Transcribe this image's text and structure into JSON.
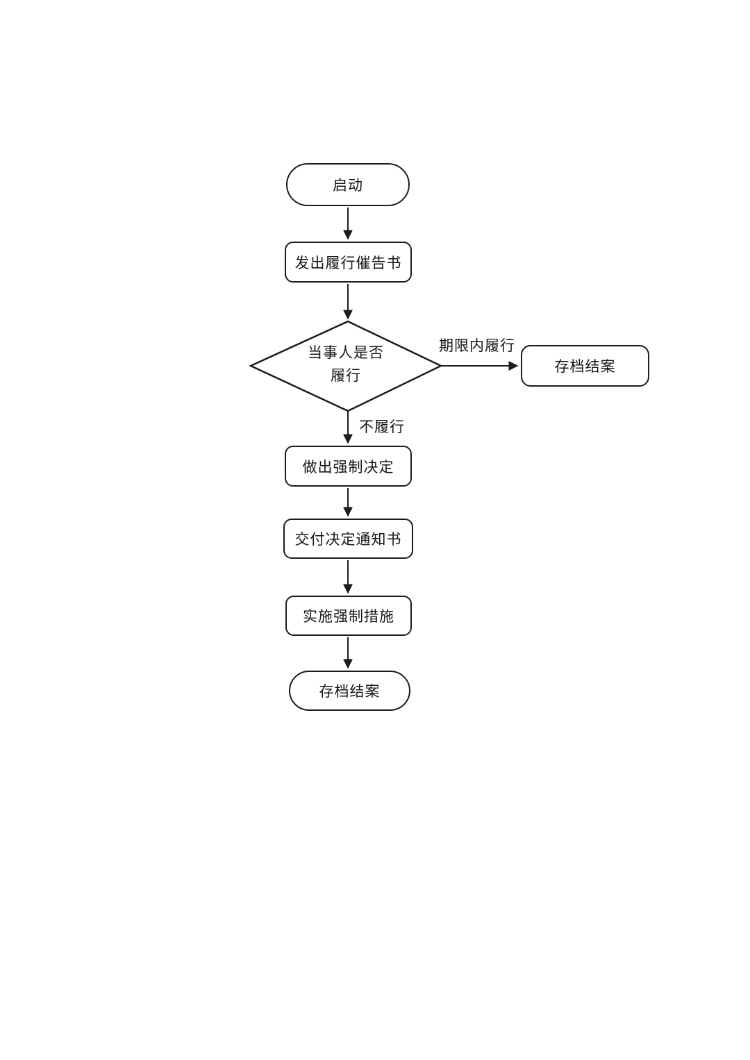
{
  "flowchart": {
    "nodes": {
      "start": {
        "type": "terminator",
        "label": "启动"
      },
      "issue_notice": {
        "type": "process",
        "label": "发出履行催告书"
      },
      "decision": {
        "type": "decision",
        "label_line1": "当事人是否",
        "label_line2": "履行"
      },
      "archive_right": {
        "type": "process",
        "label": "存档结案"
      },
      "make_decision": {
        "type": "process",
        "label": "做出强制决定"
      },
      "deliver_notice": {
        "type": "process",
        "label": "交付决定通知书"
      },
      "implement": {
        "type": "process",
        "label": "实施强制措施"
      },
      "end": {
        "type": "terminator",
        "label": "存档结案"
      }
    },
    "edge_labels": {
      "within_deadline": "期限内履行",
      "not_perform": "不履行"
    },
    "edges": [
      {
        "from": "start",
        "to": "issue_notice",
        "label": ""
      },
      {
        "from": "issue_notice",
        "to": "decision",
        "label": ""
      },
      {
        "from": "decision",
        "to": "archive_right",
        "label": "期限内履行"
      },
      {
        "from": "decision",
        "to": "make_decision",
        "label": "不履行"
      },
      {
        "from": "make_decision",
        "to": "deliver_notice",
        "label": ""
      },
      {
        "from": "deliver_notice",
        "to": "implement",
        "label": ""
      },
      {
        "from": "implement",
        "to": "end",
        "label": ""
      }
    ],
    "colors": {
      "stroke": "#1b1b1b",
      "text": "#161616",
      "background": "#ffffff"
    }
  }
}
